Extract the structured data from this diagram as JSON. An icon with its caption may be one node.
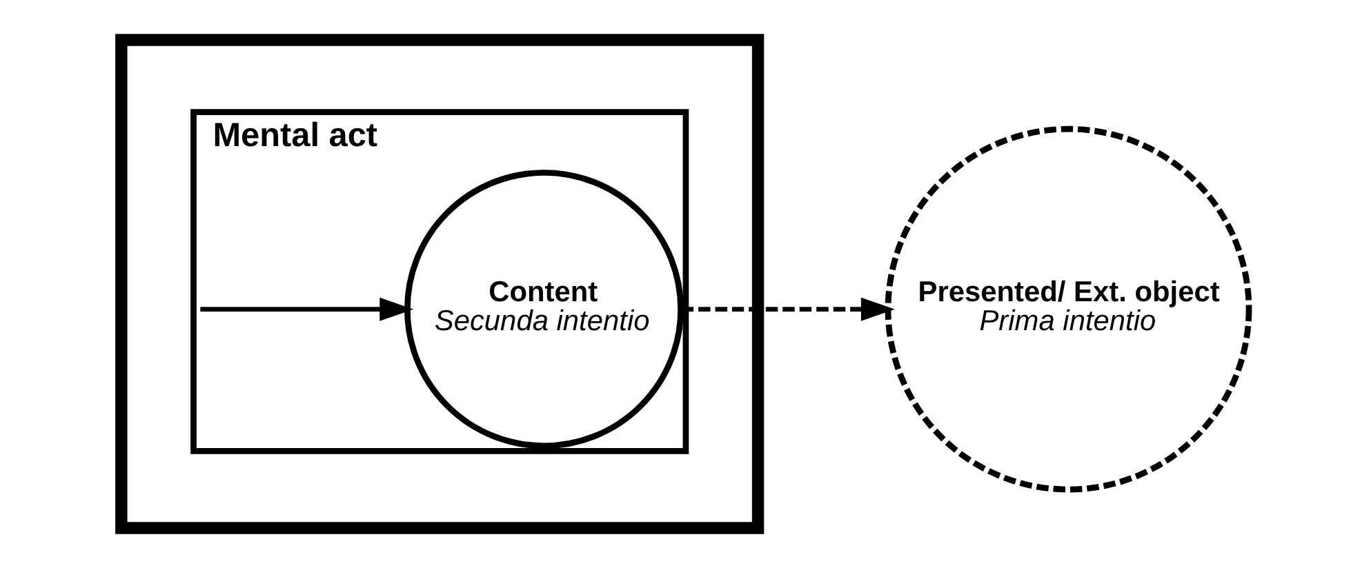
{
  "diagram": {
    "nodes": [
      {
        "text": [],
        "shape": "box"
      },
      {
        "text": [
          "Mental act"
        ],
        "in": 0
      },
      {
        "text": [
          "Content",
          "Secunda intentio"
        ],
        "in": 1
      },
      {
        "text": [
          "Presented/ Ext. object",
          "Prima intentio"
        ]
      }
    ],
    "edges": [
      {
        "from": 1,
        "to": 2,
        "arrow": "to"
      },
      {
        "from": 2,
        "to": 3,
        "arrow": "to",
        "style": "dashed"
      }
    ]
  }
}
